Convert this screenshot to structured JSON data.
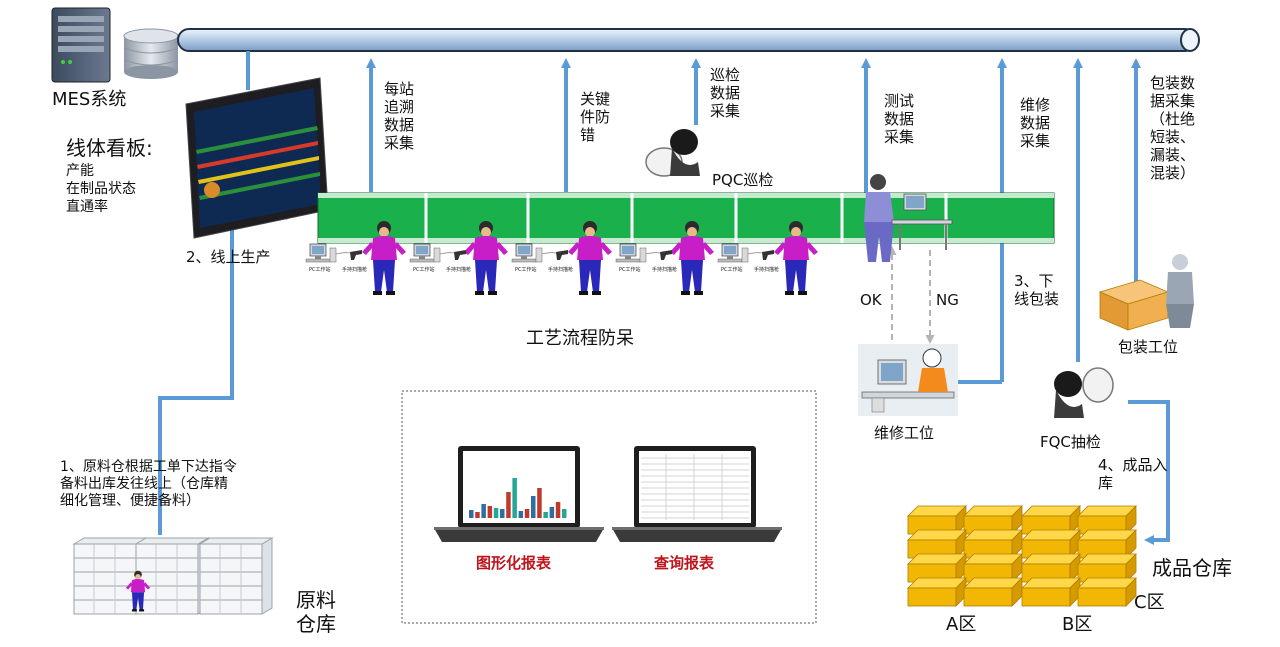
{
  "mes": {
    "label": "MES系统"
  },
  "board": {
    "title": "线体看板:",
    "items": [
      "产能",
      "在制品状态",
      "直通率"
    ]
  },
  "steps": {
    "step1": "1、原料仓根据工单下达指令\n备料出库发往线上（仓库精\n细化管理、便捷备料）",
    "step2": "2、线上生产",
    "step3": "3、下\n线包装",
    "step4": "4、成品入\n库"
  },
  "collect": {
    "station": "每站\n追溯\n数据\n采集",
    "key_parts": "关键\n件防\n错",
    "patrol": "巡检\n数据\n采集",
    "test": "测试\n数据\n采集",
    "repair": "维修\n数据\n采集",
    "packing": "包装数\n据采集\n（杜绝\n短装、\n漏装、\n混装）"
  },
  "labels": {
    "pqc": "PQC巡检",
    "process": "工艺流程防呆",
    "ok": "OK",
    "ng": "NG",
    "repair_station": "维修工位",
    "packing_station": "包装工位",
    "fqc": "FQC抽检",
    "pc_station": "PC工作站",
    "scanner": "手持扫描枪"
  },
  "raw_warehouse": {
    "label": "原料\n仓库"
  },
  "finished_warehouse": {
    "label": "成品仓库",
    "zones": [
      "A区",
      "B区",
      "C区"
    ]
  },
  "reports": {
    "graphic": "图形化报表",
    "query": "查询报表"
  },
  "colors": {
    "arrow": "#5b9bd5",
    "belt": "#1ab04c",
    "worker_shirt": "#c81ec8",
    "worker_pants": "#2a28b8",
    "box": "#f2b705",
    "report_label": "#c0141c"
  }
}
